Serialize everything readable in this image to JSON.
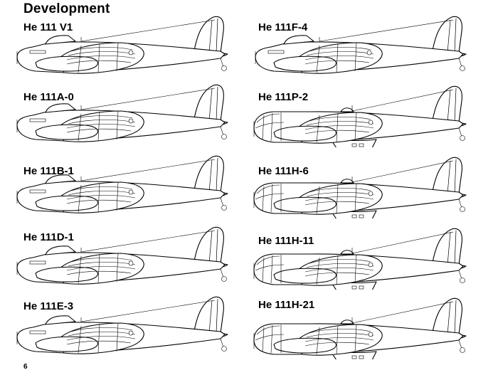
{
  "page": {
    "heading": "Development",
    "page_number": "6"
  },
  "variants": {
    "v1": {
      "label": "He 111 V1"
    },
    "a0": {
      "label": "He 111A-0"
    },
    "b1": {
      "label": "He 111B-1"
    },
    "d1": {
      "label": "He 111D-1"
    },
    "e3": {
      "label": "He 111E-3"
    },
    "f4": {
      "label": "He 111F-4"
    },
    "p2": {
      "label": "He 111P-2"
    },
    "h6": {
      "label": "He 111H-6"
    },
    "h11": {
      "label": "He 111H-11"
    },
    "h21": {
      "label": "He 111H-21"
    }
  }
}
